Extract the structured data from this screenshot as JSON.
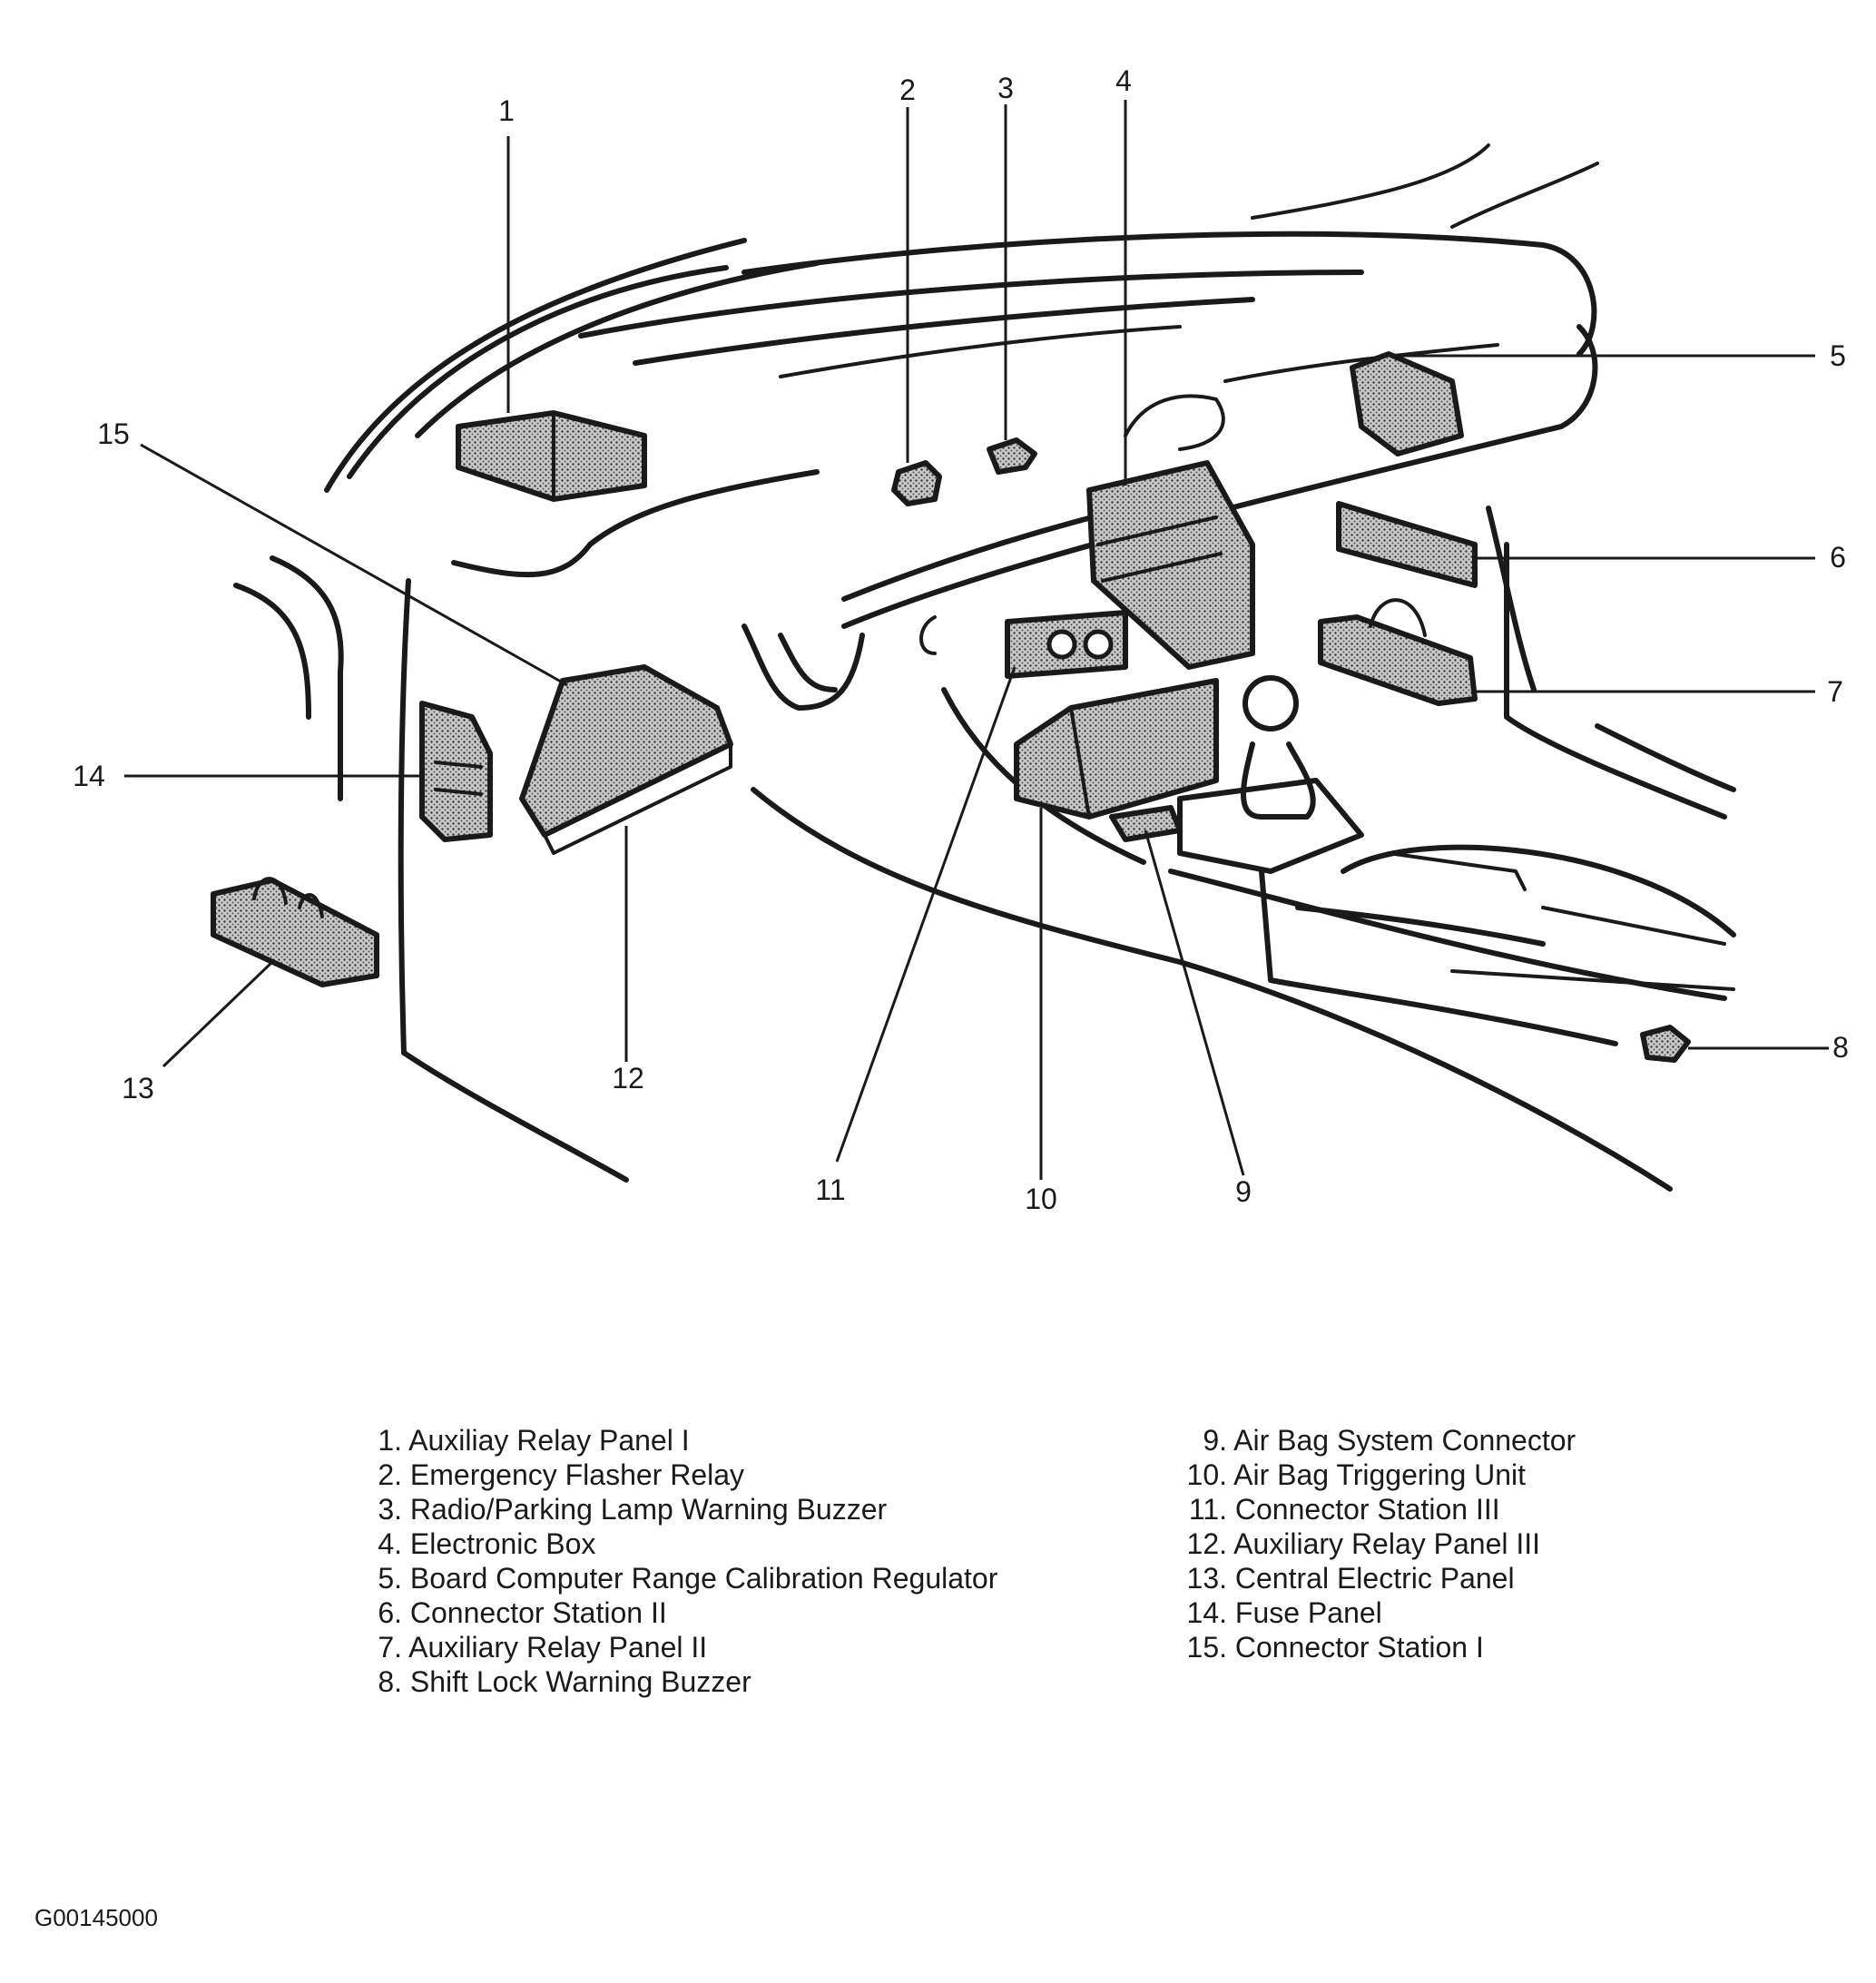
{
  "callouts": [
    "1",
    "2",
    "3",
    "4",
    "5",
    "6",
    "7",
    "8",
    "9",
    "10",
    "11",
    "12",
    "13",
    "14",
    "15"
  ],
  "legend_left": [
    {
      "n": "1.",
      "text": "Auxiliay Relay Panel I"
    },
    {
      "n": "2.",
      "text": "Emergency Flasher Relay"
    },
    {
      "n": "3.",
      "text": "Radio/Parking Lamp Warning Buzzer"
    },
    {
      "n": "4.",
      "text": "Electronic Box"
    },
    {
      "n": "5.",
      "text": "Board Computer Range Calibration Regulator"
    },
    {
      "n": "6.",
      "text": "Connector Station II"
    },
    {
      "n": "7.",
      "text": "Auxiliary Relay Panel II"
    },
    {
      "n": "8.",
      "text": "Shift Lock Warning Buzzer"
    }
  ],
  "legend_right": [
    {
      "n": "9.",
      "text": "Air Bag System Connector"
    },
    {
      "n": "10.",
      "text": "Air Bag Triggering Unit"
    },
    {
      "n": "11.",
      "text": "Connector Station III"
    },
    {
      "n": "12.",
      "text": "Auxiliary Relay Panel III"
    },
    {
      "n": "13.",
      "text": "Central Electric Panel"
    },
    {
      "n": "14.",
      "text": "Fuse Panel"
    },
    {
      "n": "15.",
      "text": "Connector Station I"
    }
  ],
  "figure_code": "G00145000"
}
